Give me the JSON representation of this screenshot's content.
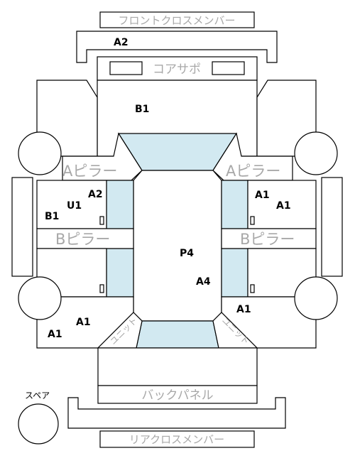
{
  "parts": {
    "front_cross_member": "フロントクロスメンバー",
    "core_support": "コアサポ",
    "a_pillar_left": "Aピラー",
    "a_pillar_right": "Aピラー",
    "b_pillar_left": "Bピラー",
    "b_pillar_right": "Bピラー",
    "back_panel": "バックパネル",
    "rear_cross_member": "リアクロスメンバー",
    "spare": "スペア",
    "unit_left": "ユニット",
    "unit_right": "ユニット"
  },
  "grades": {
    "front_cross": "A2",
    "hood": "B1",
    "left_front_door_a": "A2",
    "left_front_door_u": "U1",
    "left_front_door_b": "B1",
    "right_front_door_a1": "A1",
    "right_front_door_a2": "A1",
    "roof": "P4",
    "roof_rear": "A4",
    "left_rear_a1": "A1",
    "left_rear_a2": "A1",
    "right_rear": "A1"
  }
}
